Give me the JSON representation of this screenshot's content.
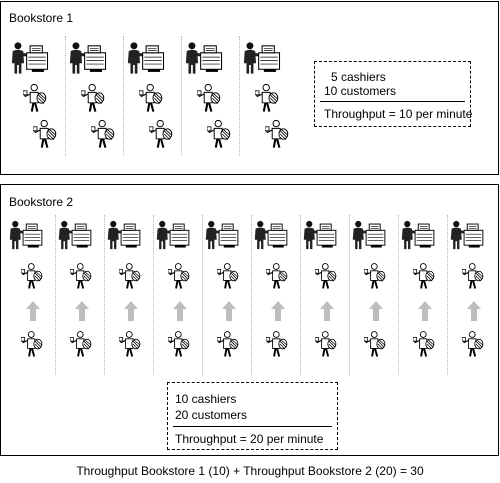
{
  "bookstore1": {
    "title": "Bookstore 1",
    "cashier_count": 5,
    "customers_per_lane": 2,
    "info": {
      "cashiers": "5 cashiers",
      "customers": "10 customers",
      "throughput": "Throughput = 10 per minute"
    }
  },
  "bookstore2": {
    "title": "Bookstore 2",
    "cashier_count": 10,
    "customers_per_lane": 2,
    "info": {
      "cashiers": "10 cashiers",
      "customers": "20 customers",
      "throughput": "Throughput = 20 per minute"
    }
  },
  "summary": "Throughput Bookstore 1 (10) + Throughput Bookstore 2 (20) = 30",
  "colors": {
    "border": "#000000",
    "separator": "#b5b5b5",
    "arrow": "#bdbdbd",
    "figure": "#000000"
  }
}
